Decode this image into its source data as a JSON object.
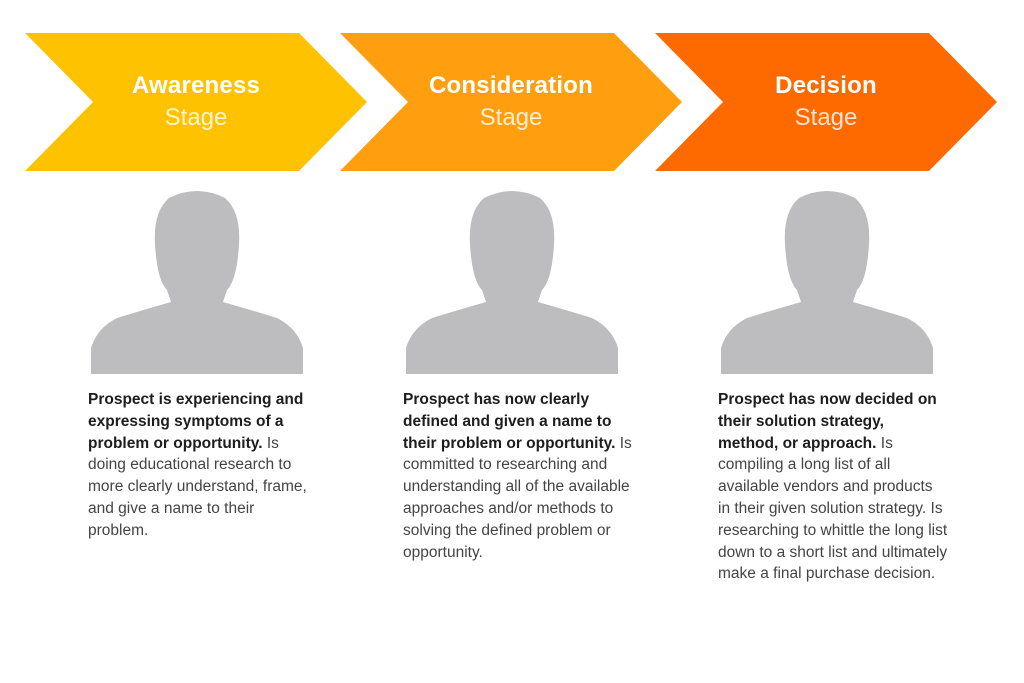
{
  "colors": {
    "awareness": "#FFC200",
    "consideration": "#FF9F0F",
    "decision": "#FF6A00",
    "silhouette": "#BDBDBF",
    "text_bold": "#1d1d1d",
    "text_regular": "#444444"
  },
  "stages": [
    {
      "title": "Awareness",
      "subtitle": "Stage",
      "icon": "person-silhouette-icon",
      "description_bold": "Prospect is experiencing and expressing symptoms of a problem or opportunity.",
      "description_rest": " Is doing educational research to more clearly understand, frame, and give a name to their problem."
    },
    {
      "title": "Consideration",
      "subtitle": "Stage",
      "icon": "person-silhouette-icon",
      "description_bold": "Prospect has now clearly defined and given a name to their problem or opportunity.",
      "description_rest": " Is committed to researching and understanding all of the available approaches and/or methods to solving the defined problem or opportunity."
    },
    {
      "title": "Decision",
      "subtitle": "Stage",
      "icon": "person-silhouette-icon",
      "description_bold": "Prospect has now decided on their solution strategy, method, or approach.",
      "description_rest": " Is compiling a long list of all available vendors and products in their given solution strategy. Is researching to whittle the long list down to a short list and ultimately make a final purchase decision."
    }
  ]
}
